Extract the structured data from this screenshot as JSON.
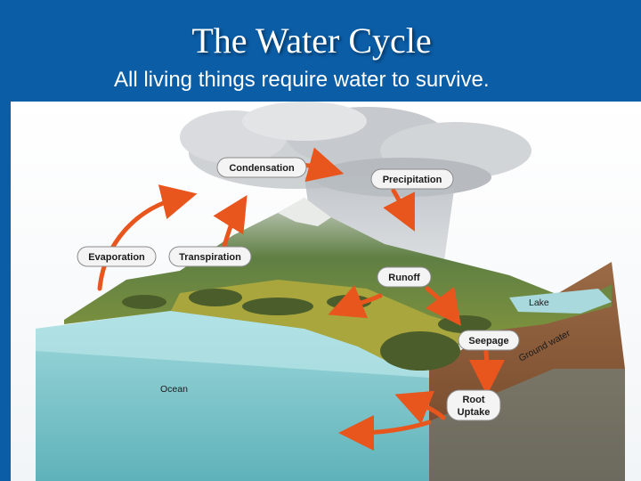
{
  "slide": {
    "title": "The Water Cycle",
    "subtitle": "All living things require water to survive."
  },
  "diagram": {
    "labels": {
      "condensation": "Condensation",
      "precipitation": "Precipitation",
      "evaporation": "Evaporation",
      "transpiration": "Transpiration",
      "runoff": "Runoff",
      "lake": "Lake",
      "seepage": "Seepage",
      "ground_water": "Ground water",
      "ocean": "Ocean",
      "root_uptake_line1": "Root",
      "root_uptake_line2": "Uptake"
    },
    "colors": {
      "background": "#0b5da6",
      "arrow": "#e8561e",
      "ocean": "#7fc7cc",
      "land": "#6f8a3a",
      "soil": "#8a5a3a",
      "cloud": "#d9dadc"
    }
  }
}
